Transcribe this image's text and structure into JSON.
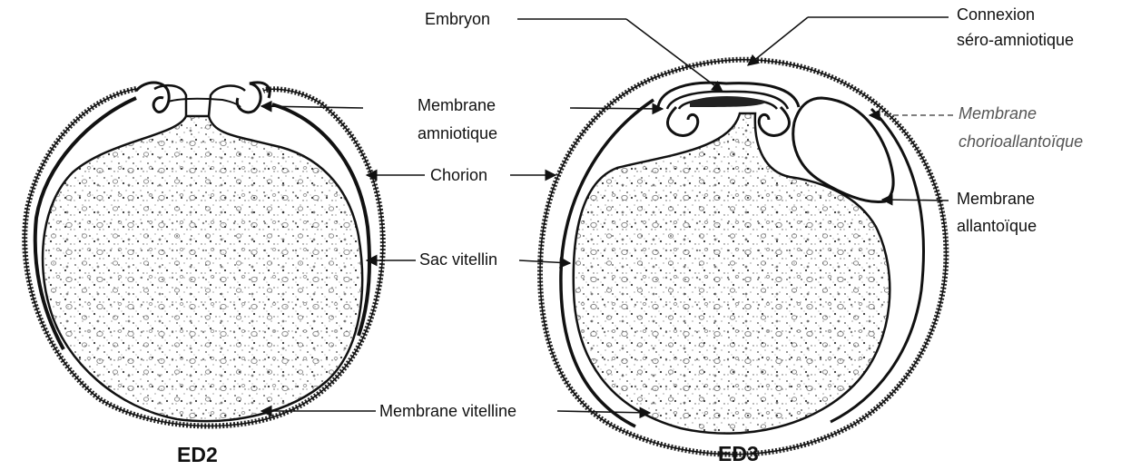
{
  "labels": {
    "embryon": "Embryon",
    "connexion_line1": "Connexion",
    "connexion_line2": "séro-amniotique",
    "membrane_amnio_line1": "Membrane",
    "membrane_amnio_line2": "amniotique",
    "chorion": "Chorion",
    "sac_vitellin": "Sac vitellin",
    "membrane_vitelline": "Membrane vitelline",
    "chorioallantoique_line1": "Membrane",
    "chorioallantoique_line2": "chorioallantoïque",
    "allantoique_line1": "Membrane",
    "allantoique_line2": "allantoïque"
  },
  "captions": {
    "left": "ED2",
    "right": "ED3"
  }
}
